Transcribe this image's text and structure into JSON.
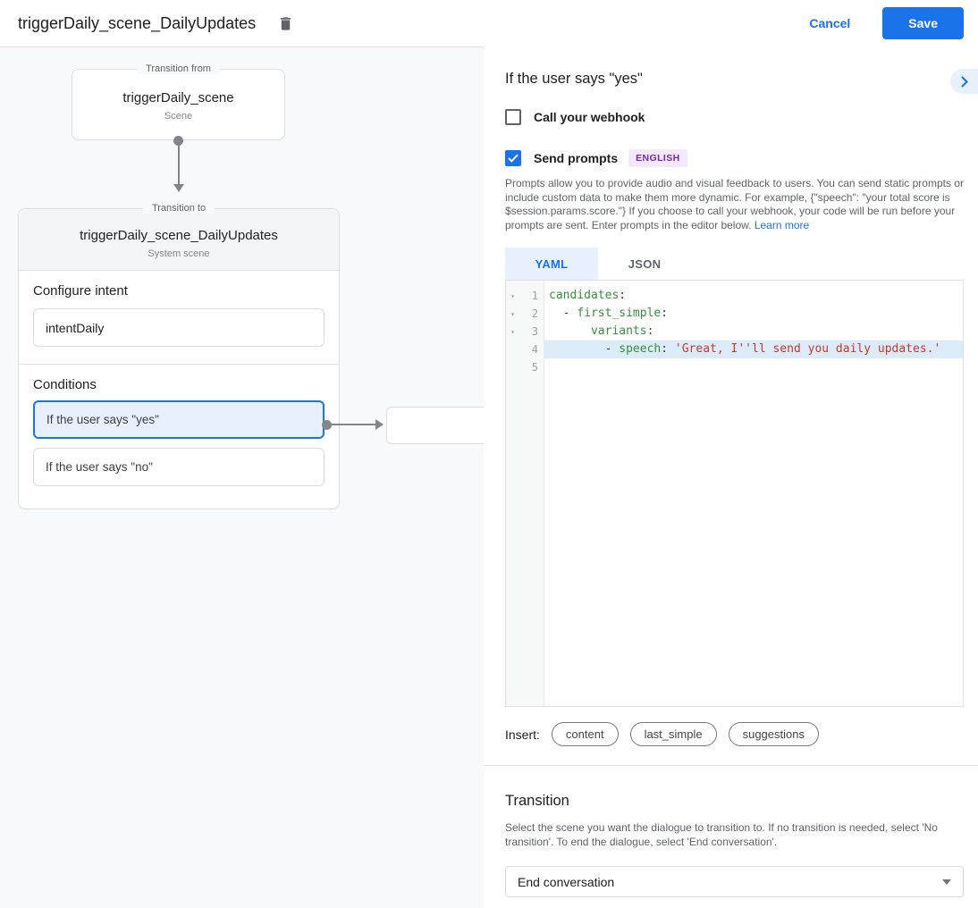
{
  "header": {
    "title": "triggerDaily_scene_DailyUpdates",
    "cancel_label": "Cancel",
    "save_label": "Save"
  },
  "flow": {
    "from_box": {
      "legend": "Transition from",
      "name": "triggerDaily_scene",
      "type": "Scene"
    },
    "to_card": {
      "legend": "Transition to",
      "name": "triggerDaily_scene_DailyUpdates",
      "type": "System scene",
      "configure_intent_label": "Configure intent",
      "intent_value": "intentDaily",
      "conditions_label": "Conditions",
      "conditions": [
        {
          "label": "If the user says \"yes\"",
          "selected": true
        },
        {
          "label": "If the user says \"no\"",
          "selected": false
        }
      ]
    }
  },
  "detail": {
    "title": "If the user says \"yes\"",
    "webhook": {
      "label": "Call your webhook",
      "checked": false
    },
    "prompts": {
      "label": "Send prompts",
      "checked": true,
      "language_badge": "ENGLISH"
    },
    "description": "Prompts allow you to provide audio and visual feedback to users. You can send static prompts or include custom data to make them more dynamic. For example, {\"speech\": \"your total score is $session.params.score.\"} If you choose to call your webhook, your code will be run before your prompts are sent. Enter prompts in the editor below.",
    "learn_more_label": "Learn more",
    "tabs": [
      {
        "label": "YAML",
        "active": true
      },
      {
        "label": "JSON",
        "active": false
      }
    ],
    "editor": {
      "lines": [
        {
          "num": 1,
          "fold": true,
          "highlight": false,
          "segments": [
            {
              "t": "candidates",
              "c": "key"
            },
            {
              "t": ":",
              "c": "plain"
            }
          ]
        },
        {
          "num": 2,
          "fold": true,
          "highlight": false,
          "segments": [
            {
              "t": "  - ",
              "c": "plain"
            },
            {
              "t": "first_simple",
              "c": "key"
            },
            {
              "t": ":",
              "c": "plain"
            }
          ]
        },
        {
          "num": 3,
          "fold": true,
          "highlight": false,
          "segments": [
            {
              "t": "      ",
              "c": "plain"
            },
            {
              "t": "variants",
              "c": "key"
            },
            {
              "t": ":",
              "c": "plain"
            }
          ]
        },
        {
          "num": 4,
          "fold": false,
          "highlight": true,
          "segments": [
            {
              "t": "        - ",
              "c": "plain"
            },
            {
              "t": "speech",
              "c": "key"
            },
            {
              "t": ": ",
              "c": "plain"
            },
            {
              "t": "'Great, I''ll send you daily updates.'",
              "c": "string"
            }
          ]
        },
        {
          "num": 5,
          "fold": false,
          "highlight": false,
          "segments": []
        }
      ]
    },
    "insert": {
      "label": "Insert:",
      "buttons": [
        "content",
        "last_simple",
        "suggestions"
      ]
    },
    "transition": {
      "title": "Transition",
      "description": "Select the scene you want the dialogue to transition to. If no transition is needed, select 'No transition'. To end the dialogue, select 'End conversation'.",
      "selected_value": "End conversation"
    }
  },
  "colors": {
    "accent": "#1a73e8",
    "selected_bg": "#e8f0fe",
    "badge_bg": "#f3e8fd",
    "badge_text": "#7627bb",
    "code_key": "#388e3c",
    "code_string": "#c5392f",
    "line_highlight": "#dcebf8"
  }
}
